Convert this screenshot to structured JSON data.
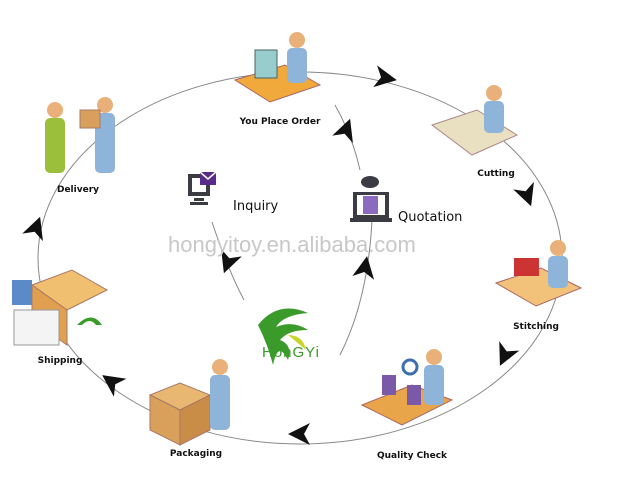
{
  "watermark": "hongyitoy.en.alibaba.com",
  "logo_text": "HonGYi",
  "steps": [
    {
      "label": "You Place Order",
      "icon": "computer-order-icon"
    },
    {
      "label": "Cutting",
      "icon": "cutting-table-icon"
    },
    {
      "label": "Stitching",
      "icon": "sewing-machine-icon"
    },
    {
      "label": "Quality Check",
      "icon": "inspection-icon"
    },
    {
      "label": "Packaging",
      "icon": "box-icon"
    },
    {
      "label": "Shipping",
      "icon": "truck-icon"
    },
    {
      "label": "Delivery",
      "icon": "handover-icon"
    }
  ],
  "inner": {
    "inquiry": "Inquiry",
    "quotation": "Quotation"
  },
  "colors": {
    "arrow": "#111111",
    "circle": "#888888",
    "accent_purple": "#5b2b8c",
    "logo_green": "#3a9a2a"
  }
}
